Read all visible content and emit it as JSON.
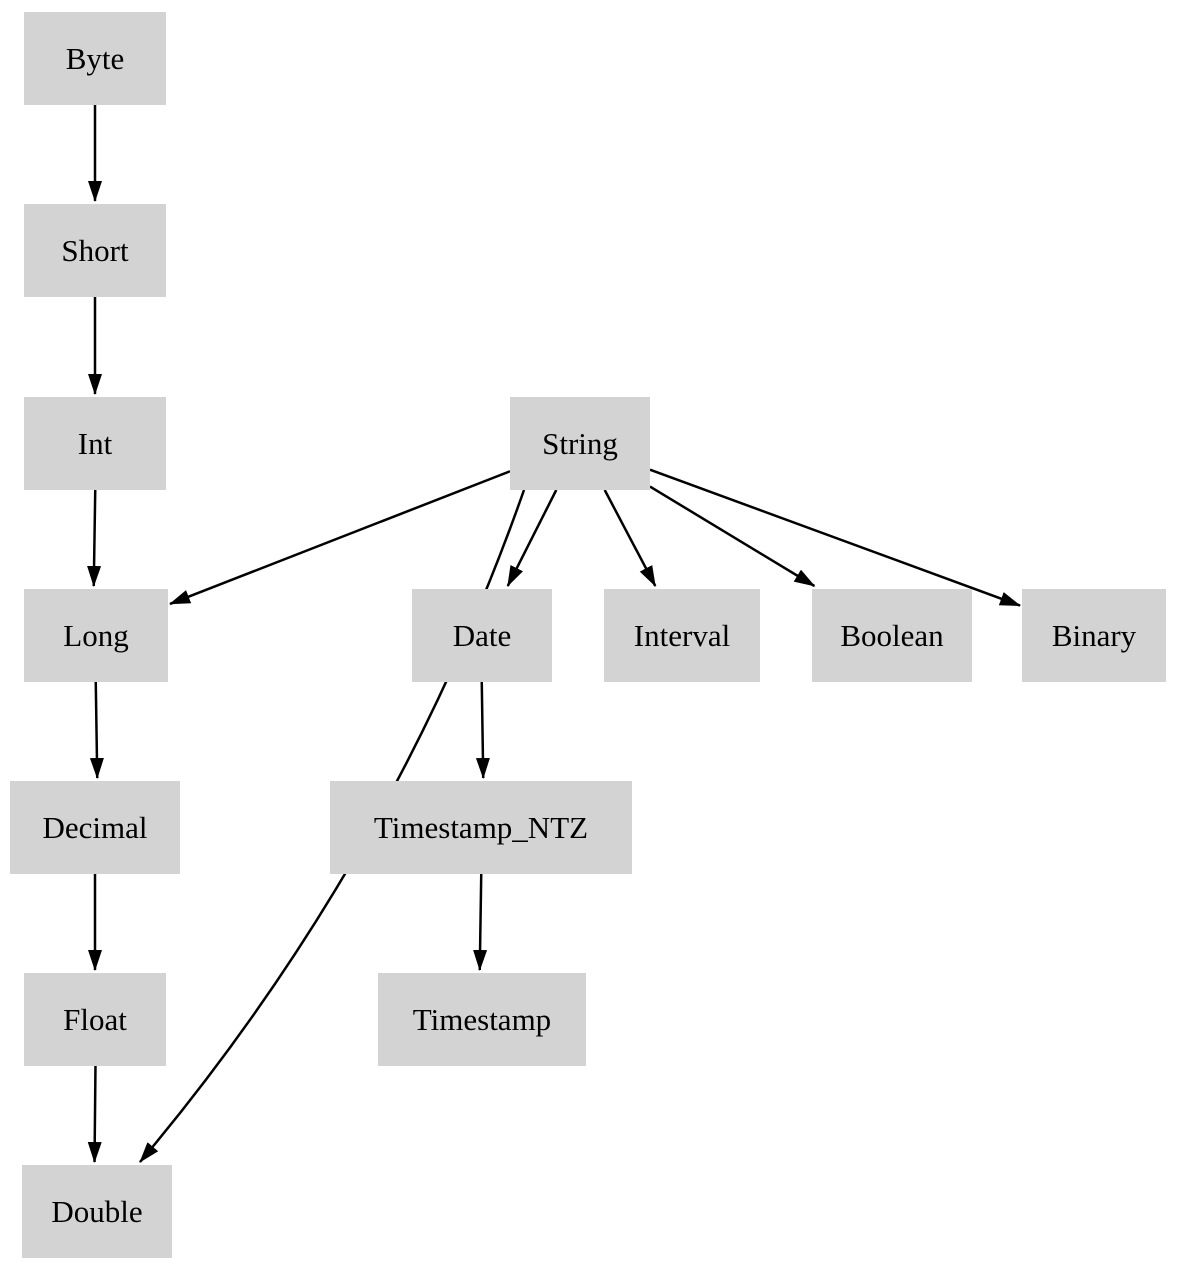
{
  "nodes": {
    "byte": {
      "label": "Byte"
    },
    "short": {
      "label": "Short"
    },
    "int": {
      "label": "Int"
    },
    "string": {
      "label": "String"
    },
    "long": {
      "label": "Long"
    },
    "date": {
      "label": "Date"
    },
    "interval": {
      "label": "Interval"
    },
    "boolean": {
      "label": "Boolean"
    },
    "binary": {
      "label": "Binary"
    },
    "decimal": {
      "label": "Decimal"
    },
    "timestamp_ntz": {
      "label": "Timestamp_NTZ"
    },
    "float": {
      "label": "Float"
    },
    "timestamp": {
      "label": "Timestamp"
    },
    "double": {
      "label": "Double"
    }
  },
  "edges": [
    {
      "from": "byte",
      "to": "short"
    },
    {
      "from": "short",
      "to": "int"
    },
    {
      "from": "int",
      "to": "long"
    },
    {
      "from": "long",
      "to": "decimal"
    },
    {
      "from": "decimal",
      "to": "float"
    },
    {
      "from": "float",
      "to": "double"
    },
    {
      "from": "string",
      "to": "long"
    },
    {
      "from": "string",
      "to": "date"
    },
    {
      "from": "string",
      "to": "interval"
    },
    {
      "from": "string",
      "to": "boolean"
    },
    {
      "from": "string",
      "to": "binary"
    },
    {
      "from": "string",
      "to": "double",
      "curve": true
    },
    {
      "from": "date",
      "to": "timestamp_ntz"
    },
    {
      "from": "timestamp_ntz",
      "to": "timestamp"
    }
  ],
  "colors": {
    "node_fill": "#d3d3d3",
    "edge": "#000000",
    "text": "#000000",
    "background": "#ffffff"
  }
}
